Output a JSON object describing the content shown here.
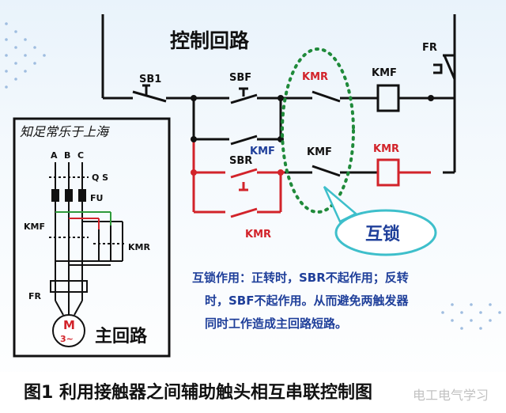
{
  "title_control": "控制回路",
  "watermark_top": "知足常乐于上海",
  "caption": "图1 利用接触器之间辅助触头相互串联控制图",
  "watermark_bottom": "电工电气学习",
  "note_lines": [
    "互锁作用：正转时，SBR不起作用；反转",
    "时，SBF不起作用。从而避免两触发器",
    "同时工作造成主回路短路。"
  ],
  "interlock_label": "互锁",
  "main_circuit_title": "主回路",
  "labels": {
    "sb1": "SB1",
    "sbf": "SBF",
    "sbr": "SBR",
    "kmf_contact_top": "KMF",
    "kmr_contact_bottom": "KMR",
    "kmr_interlock": "KMR",
    "kmf_interlock": "KMF",
    "kmf_coil": "KMF",
    "kmr_coil": "KMR",
    "fr_control": "FR",
    "a": "A",
    "b": "B",
    "c": "C",
    "qs": "Q S",
    "fu": "FU",
    "kmf_main": "KMF",
    "kmr_main": "KMR",
    "fr_main": "FR",
    "motor_m": "M",
    "motor_3": "3~"
  },
  "colors": {
    "black_line": "#111111",
    "red_line": "#d2232a",
    "blue_text": "#1f3f9a",
    "green_dash": "#1f8a3a",
    "callout_teal": "#3ebfcb",
    "green_circuit": "#2f9a3a"
  }
}
